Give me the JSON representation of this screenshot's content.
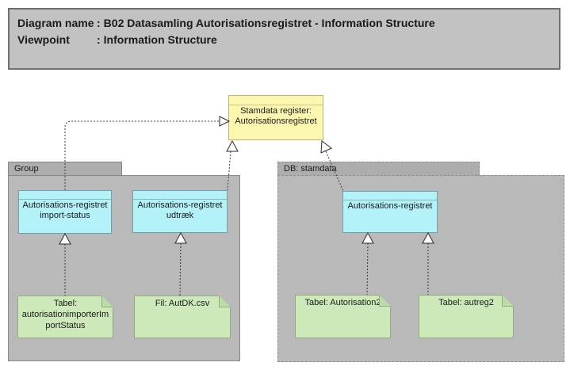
{
  "title_box": {
    "rows": [
      {
        "label": "Diagram name",
        "separator": ":",
        "value": "B02 Datasamling Autorisationsregistret - Information Structure"
      },
      {
        "label": "Viewpoint",
        "separator": ":",
        "value": "Information Structure"
      }
    ]
  },
  "containers": {
    "group": {
      "label": "Group"
    },
    "db_stamdata": {
      "label": "DB: stamdata"
    }
  },
  "elements": {
    "stamdata_register": {
      "label": "Stamdata register: Autorisationsregistret"
    },
    "import_status": {
      "label": "Autorisations-registret import-status"
    },
    "udtraek": {
      "label": "Autorisations-registret udtræk"
    },
    "aut_registret": {
      "label": "Autorisations-registret"
    },
    "note_importstatus": {
      "label": "Tabel: autorisationimporterImportStatus"
    },
    "note_autdk": {
      "label": "Fil: AutDK.csv"
    },
    "note_autorisation2": {
      "label": "Tabel: Autorisation2"
    },
    "note_autreg2": {
      "label": "Tabel: autreg2"
    }
  },
  "relationships": {
    "type": "realization",
    "style": "dashed line with hollow triangle arrowhead",
    "list": [
      {
        "from": "import_status",
        "to": "stamdata_register"
      },
      {
        "from": "udtraek",
        "to": "stamdata_register"
      },
      {
        "from": "aut_registret",
        "to": "stamdata_register"
      },
      {
        "from": "note_importstatus",
        "to": "import_status"
      },
      {
        "from": "note_autdk",
        "to": "udtraek"
      },
      {
        "from": "note_autorisation2",
        "to": "aut_registret"
      },
      {
        "from": "note_autreg2",
        "to": "aut_registret"
      }
    ]
  },
  "colors": {
    "canvas_bg": "#FFFFFF",
    "title_fill": "#C2C2C2",
    "title_border": "#6F6F6F",
    "container_fill": "#B9B9B9",
    "container_tab_fill": "#ADADAD",
    "container_border": "#878787",
    "object_fill": "#B3F2F9",
    "object_border": "#6FA0AC",
    "stamdata_fill": "#FCF7B0",
    "stamdata_border": "#BDB76B",
    "note_fill": "#CDE9B9",
    "note_border": "#94AB7C",
    "connector_color": "#3A3A3A",
    "text_color": "#1A1A1A"
  }
}
